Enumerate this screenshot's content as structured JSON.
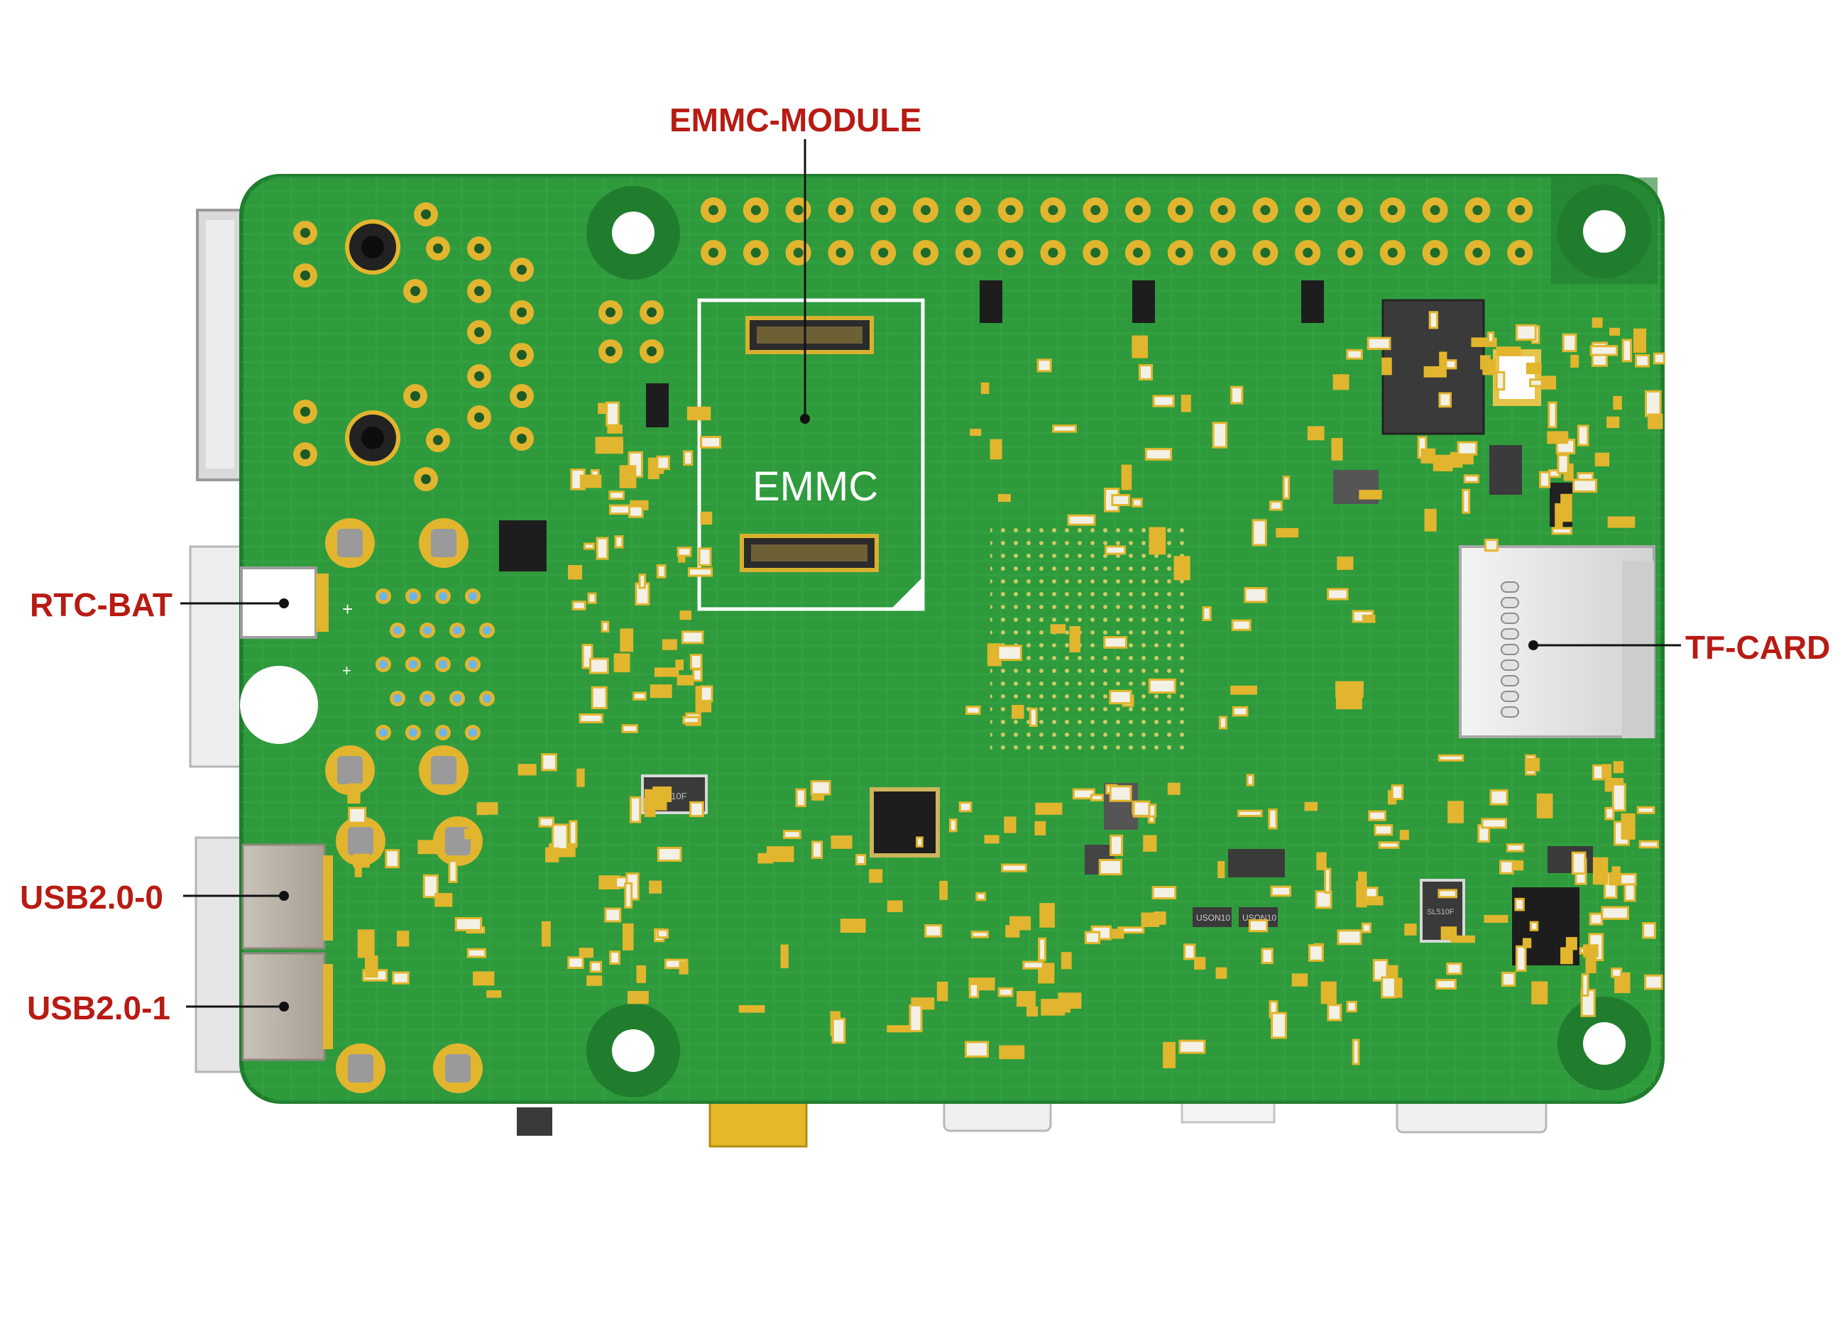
{
  "callouts": {
    "emmc_module": "EMMC-MODULE",
    "rtc_bat": "RTC-BAT",
    "tf_card": "TF-CARD",
    "usb0": "USB2.0-0",
    "usb1": "USB2.0-1"
  },
  "board": {
    "silkscreen_emmc": "EMMC",
    "plus_marks": [
      "+",
      "+"
    ],
    "diode_marks": [
      "SL510F",
      "SL510F"
    ],
    "chip_marks": [
      "USON10",
      "USON10"
    ]
  },
  "colors": {
    "label": "#b81b13",
    "pcb": "#2e9a3c",
    "pcb_dark": "#1f7d2d",
    "gold": "#e2b52e",
    "silkscreen": "#ffffff"
  }
}
